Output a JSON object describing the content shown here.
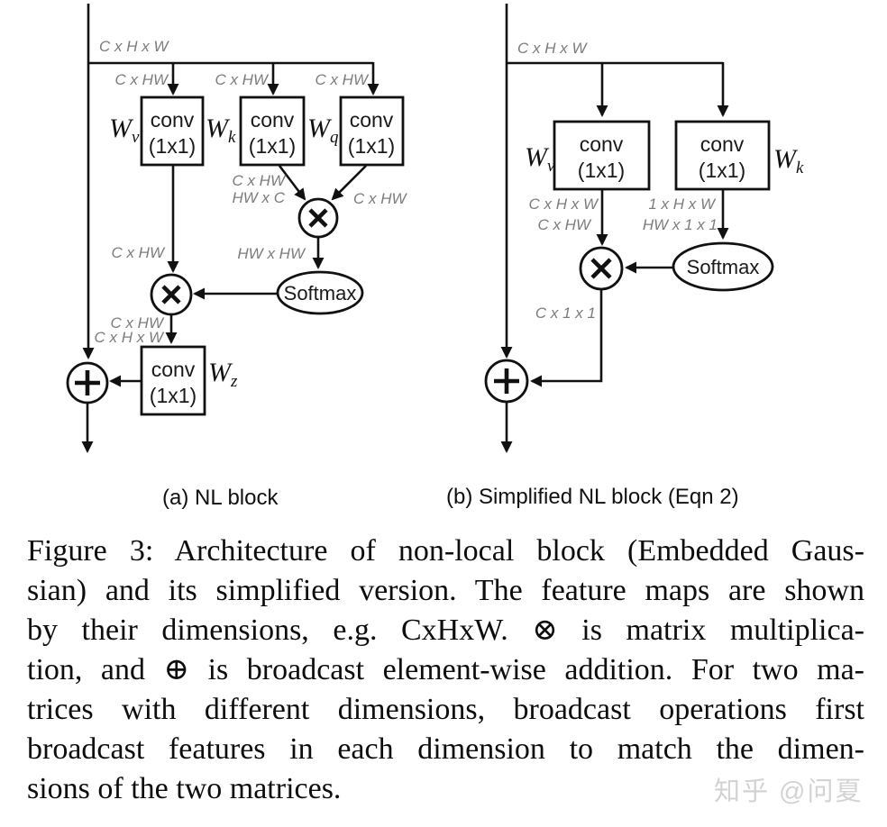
{
  "figure": {
    "subcaptions": {
      "a": "(a) NL block",
      "b": "(b) Simplified NL block (Eqn 2)"
    },
    "caption_lines": [
      "Figure 3: Architecture of non-local block (Embedded Gaus-",
      "sian) and its simplified version. The feature maps are shown",
      "by their dimensions, e.g. CxHxW. ⊗ is matrix multiplica-",
      "tion, and ⊕ is broadcast element-wise addition. For two ma-",
      "trices with different dimensions, broadcast operations first",
      "broadcast features in each dimension to match the dimen-",
      "sions of the two matrices."
    ]
  },
  "watermark": "知乎 @问夏",
  "colors": {
    "line": "#111111",
    "dim_label": "#7c7c7c",
    "text": "#0d0d0d",
    "watermark": "#d3d3d3",
    "background": "#ffffff"
  },
  "diagram_a": {
    "input_dim": "C x H x W",
    "branch_dims": {
      "v": "C x HW",
      "k": "C x HW",
      "q": "C x HW"
    },
    "conv": {
      "line1": "conv",
      "line2": "(1x1)"
    },
    "weights": {
      "v": {
        "base": "W",
        "sub": "v"
      },
      "k": {
        "base": "W",
        "sub": "k"
      },
      "q": {
        "base": "W",
        "sub": "q"
      },
      "z": {
        "base": "W",
        "sub": "z"
      }
    },
    "kq_matmul_dims": {
      "line1": "C x HW",
      "line2": "HW x C"
    },
    "q_branch_dim": "C x HW",
    "attention_dim": "HW x HW",
    "softmax_label": "Softmax",
    "v_out_dim": "C x HW",
    "z_in_dims": {
      "line1": "C x HW",
      "line2": "C x H x W"
    }
  },
  "diagram_b": {
    "input_dim": "C x H x W",
    "conv": {
      "line1": "conv",
      "line2": "(1x1)"
    },
    "weights": {
      "v": {
        "base": "W",
        "sub": "v"
      },
      "k": {
        "base": "W",
        "sub": "k"
      }
    },
    "v_out_dims": {
      "line1": "C x H x W",
      "line2": "C x HW"
    },
    "k_out_dims": {
      "line1": "1 x H x W",
      "line2": "HW x 1 x 1"
    },
    "softmax_label": "Softmax",
    "out_dim": "C x 1 x 1"
  }
}
